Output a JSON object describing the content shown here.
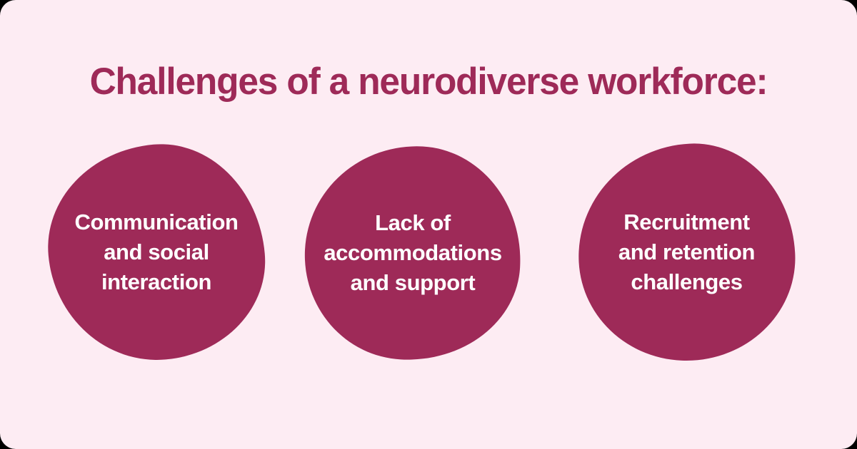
{
  "colors": {
    "outer-bg": "#000000",
    "card-bg": "#fdecf3",
    "accent": "#9e2a58",
    "blob-text": "#ffffff"
  },
  "title": {
    "text": "Challenges of a neurodiverse workforce:"
  },
  "blobs": [
    {
      "label": "Communication and social interaction",
      "lines": [
        "Communication",
        "and social",
        "interaction"
      ]
    },
    {
      "label": "Lack of accommodations and support",
      "lines": [
        "Lack of",
        "accommodations",
        "and support"
      ]
    },
    {
      "label": "Recruitment and retention challenges",
      "lines": [
        "Recruitment",
        "and retention",
        "challenges"
      ]
    }
  ]
}
